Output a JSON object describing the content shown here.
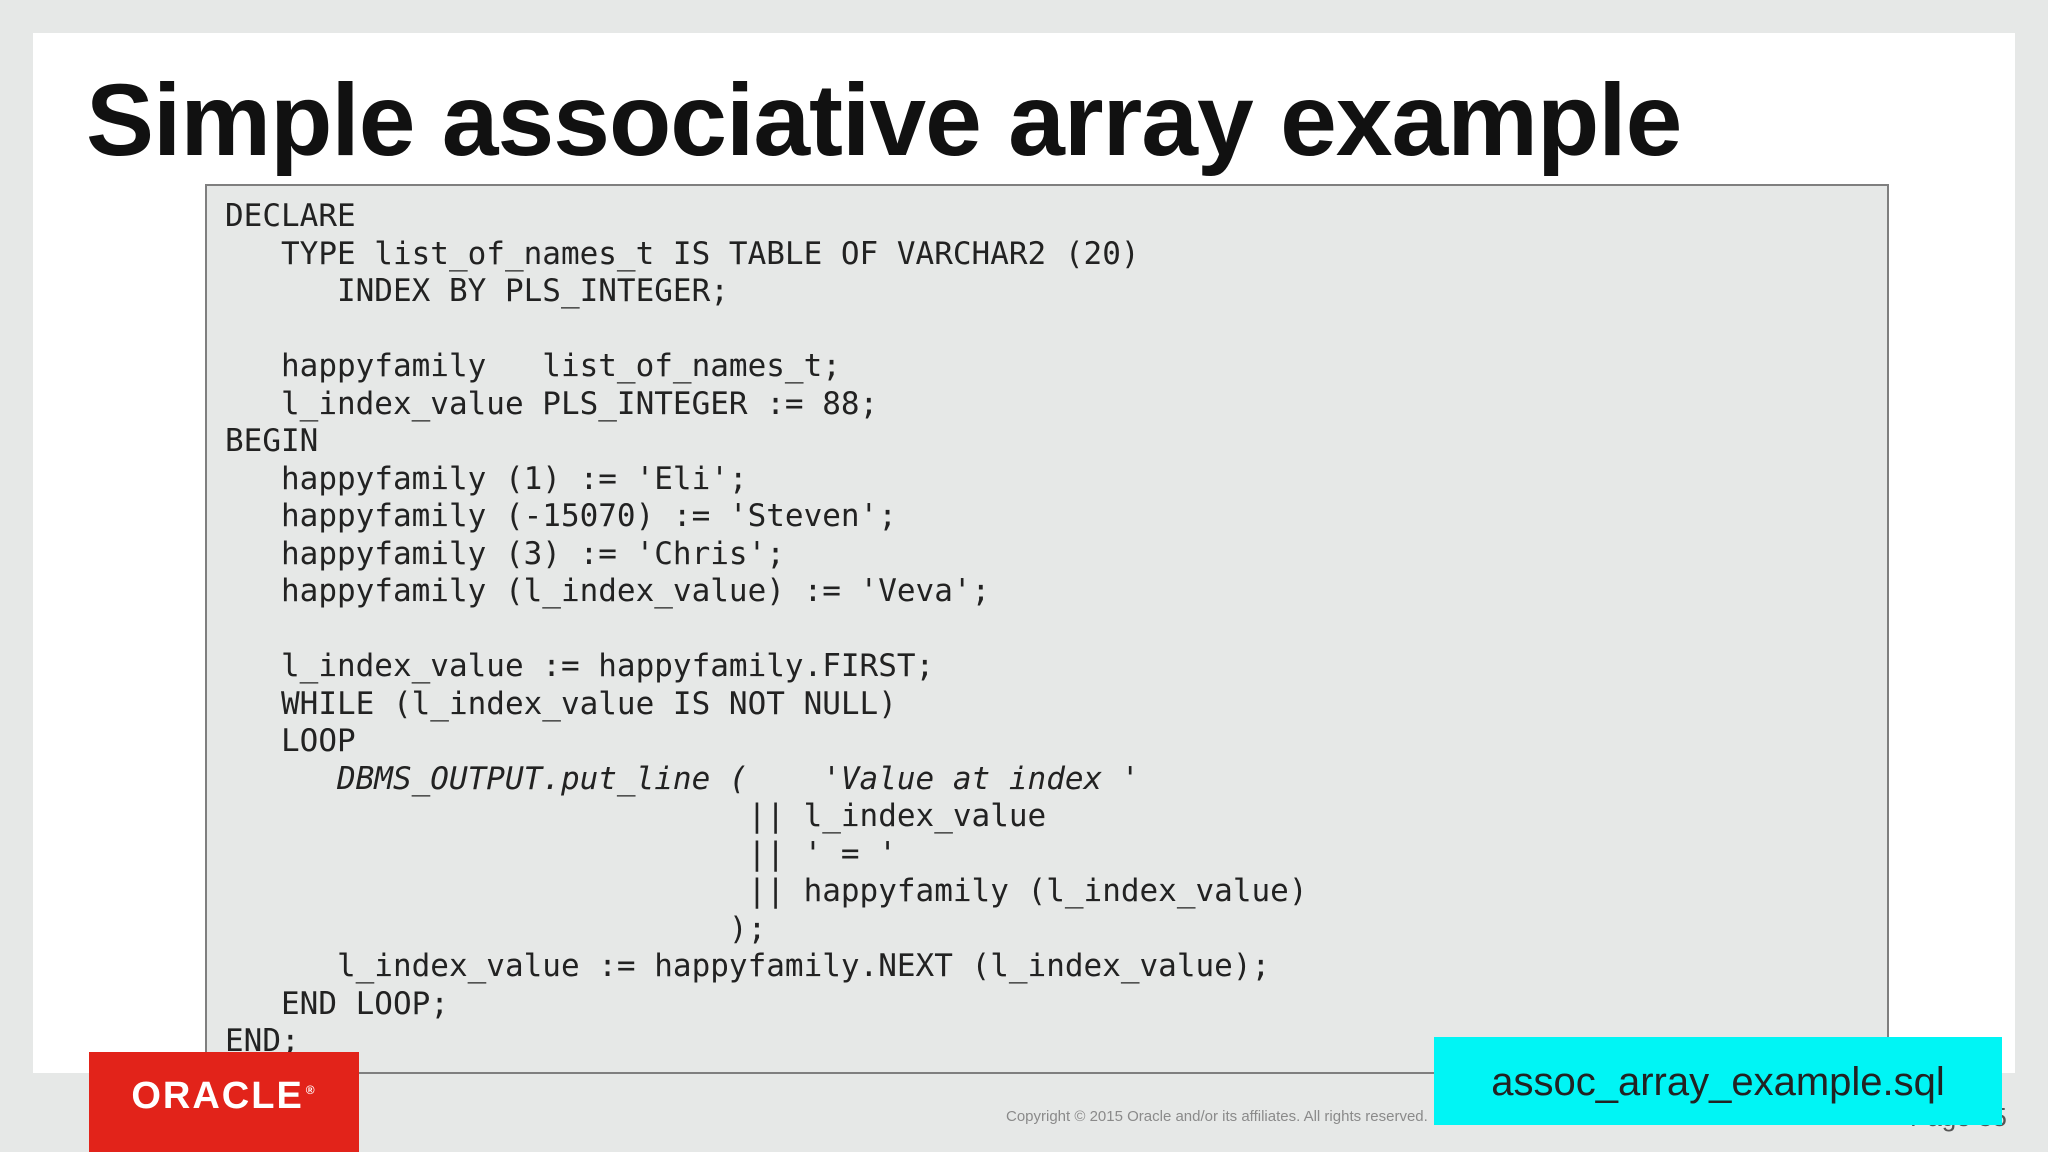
{
  "slide": {
    "title": "Simple associative array example",
    "code_lines": [
      "DECLARE",
      "   TYPE list_of_names_t IS TABLE OF VARCHAR2 (20)",
      "      INDEX BY PLS_INTEGER;",
      "",
      "   happyfamily   list_of_names_t;",
      "   l_index_value PLS_INTEGER := 88;",
      "BEGIN",
      "   happyfamily (1) := 'Eli';",
      "   happyfamily (-15070) := 'Steven';",
      "   happyfamily (3) := 'Chris';",
      "   happyfamily (l_index_value) := 'Veva';",
      "",
      "   l_index_value := happyfamily.FIRST;",
      "   WHILE (l_index_value IS NOT NULL)",
      "   LOOP",
      "      DBMS_OUTPUT.put_line (    'Value at index '",
      "                            || l_index_value",
      "                            || ' = '",
      "                            || happyfamily (l_index_value)",
      "                           );",
      "      l_index_value := happyfamily.NEXT (l_index_value);",
      "   END LOOP;",
      "END;"
    ],
    "italic_line_indexes": [
      15
    ],
    "file_badge": "assoc_array_example.sql",
    "copyright": "Copyright © 2015 Oracle and/or its affiliates. All rights reserved.",
    "page_number": "Page 35"
  },
  "logo": {
    "text": "ORACLE",
    "mark": "®"
  },
  "colors": {
    "oracle_red": "#e2231a",
    "badge_cyan": "#00f5f5",
    "code_bg": "#e6e8e7"
  }
}
